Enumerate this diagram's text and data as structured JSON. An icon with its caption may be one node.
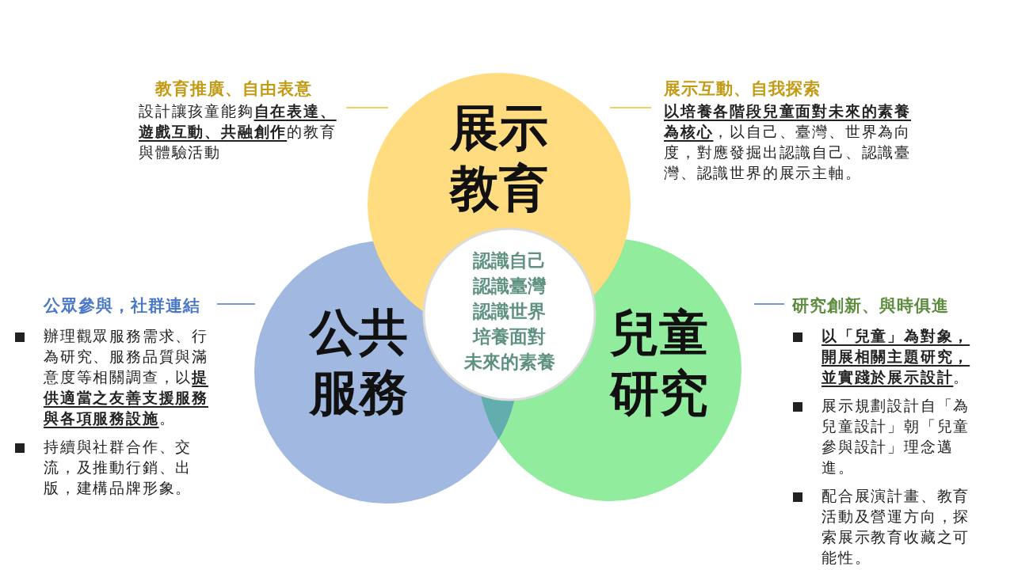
{
  "diagram": {
    "nodes": [
      {
        "text": [
          "展示教育"
        ]
      },
      {
        "text": [
          "公共服務"
        ]
      },
      {
        "text": [
          "兒童研究"
        ]
      },
      {
        "text": [
          "認識自己",
          "認識臺灣",
          "認識世界",
          "培養面對",
          "未來的素養"
        ]
      }
    ],
    "edges": [],
    "labels": [
      "教育推廣、自由表意",
      "設計讓孩童能夠**自在表達、遊戲互動、共融創作**的教育與體驗活動",
      "展示互動、自我探索",
      "**以培養各階段兒童面對未來的素養為核心**，以自己、臺灣、世界為向度，對應發掘出認識自己、認識臺灣、認識世界的展示主軸。",
      "公眾參與，社群連結",
      "辦理觀眾服務需求、行為研究、服務品質與滿意度等相關調查，以**提供適當之友善支援服務與各項服務設施**。",
      "持續與社群合作、交流，及推動行銷、出版，建構品牌形象。",
      "研究創新、與時俱進",
      "**以「兒童」為對象，開展相關主題研究，並實踐於展示設計**。",
      "展示規劃設計自「為兒童設計」朝「兒童參與設計」理念邁進。",
      "配合展演計畫、教育活動及營運方向，探索展示教育收藏之可能性。"
    ]
  }
}
